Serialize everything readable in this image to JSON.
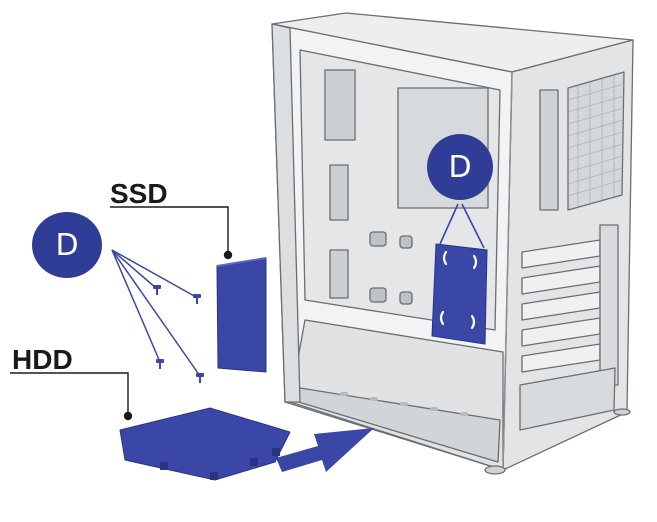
{
  "labels": {
    "ssd": "SSD",
    "hdd": "HDD",
    "badge_left": "D",
    "badge_right": "D"
  },
  "colors": {
    "accent_blue": "#3b47a6",
    "badge_blue": "#2f3d96",
    "case_light": "#f1f2f3",
    "case_mid": "#dfe1e3",
    "case_dark": "#b9bcbf",
    "outline": "#6b6e72",
    "leader": "#1a1a1a"
  },
  "icons": [
    "screw-icon",
    "arrow-right-icon",
    "drive-bay-bracket-icon"
  ]
}
